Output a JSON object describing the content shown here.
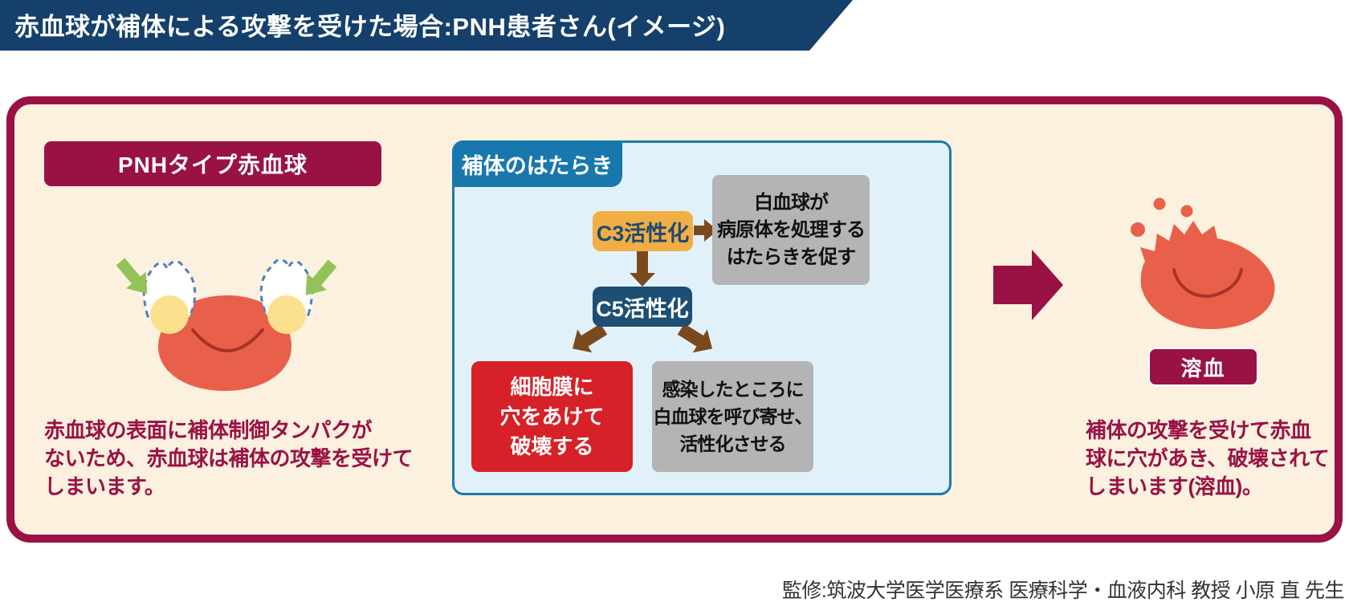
{
  "header": {
    "title": "赤血球が補体による攻撃を受けた場合:PNH患者さん(イメージ)"
  },
  "left_section": {
    "title": "PNHタイプ赤血球",
    "description": "赤血球の表面に補体制御タンパクが\nないため、赤血球は補体の攻撃を受けて\nしまいます。"
  },
  "complement_panel": {
    "title": "補体のはたらき",
    "c3_label": "C3活性化",
    "c3_effect": "白血球が\n病原体を処理する\nはたらきを促す",
    "c5_label": "C5活性化",
    "c5_effect_membrane": "細胞膜に\n穴をあけて\n破壊する",
    "c5_effect_recruit": "感染したところに\n白血球を呼び寄せ、\n活性化させる"
  },
  "right_section": {
    "label": "溶血",
    "description": "補体の攻撃を受けて赤血\n球に穴があき、破壊されて\nしまいます(溶血)。"
  },
  "footer": {
    "credit": "監修:筑波大学医学医療系 医療科学・血液内科 教授 小原 直 先生"
  },
  "colors": {
    "header_navy": "#15406b",
    "crimson_accent": "#9a1145",
    "panel_cream": "#fbf1de",
    "complement_bg": "#e1f1fa",
    "complement_border": "#1f7aab",
    "tab_blue": "#1878ad",
    "c3_orange": "#f0ae45",
    "c5_navy": "#1d4e73",
    "lysis_red": "#d62128",
    "gray_box": "#b4b4b4",
    "flow_arrow_brown": "#7a4a1e",
    "cell_red": "#e8604a",
    "protein_yellow": "#fbe18d",
    "attack_green": "#93c258",
    "dashed_outline_blue": "#4a82c0"
  }
}
